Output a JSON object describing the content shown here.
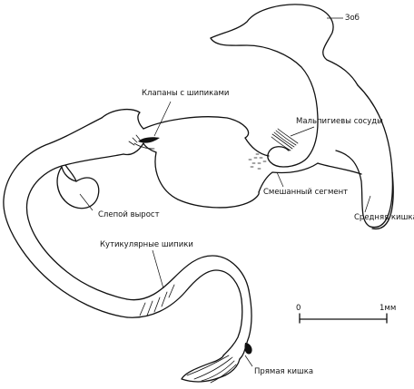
{
  "labels": {
    "crop": "Зоб",
    "valves": "Клапаны с шипиками",
    "malpighian": "Мальпигиевы сосуды",
    "mixed_segment": "Смешанный сегмент",
    "midgut": "Средняя кишка",
    "caecum": "Слепой вырост",
    "cuticular_spines": "Кутикулярные шипики",
    "rectum": "Прямая кишка"
  },
  "scale_bar": {
    "start_label": "0",
    "end_label": "1мм"
  }
}
